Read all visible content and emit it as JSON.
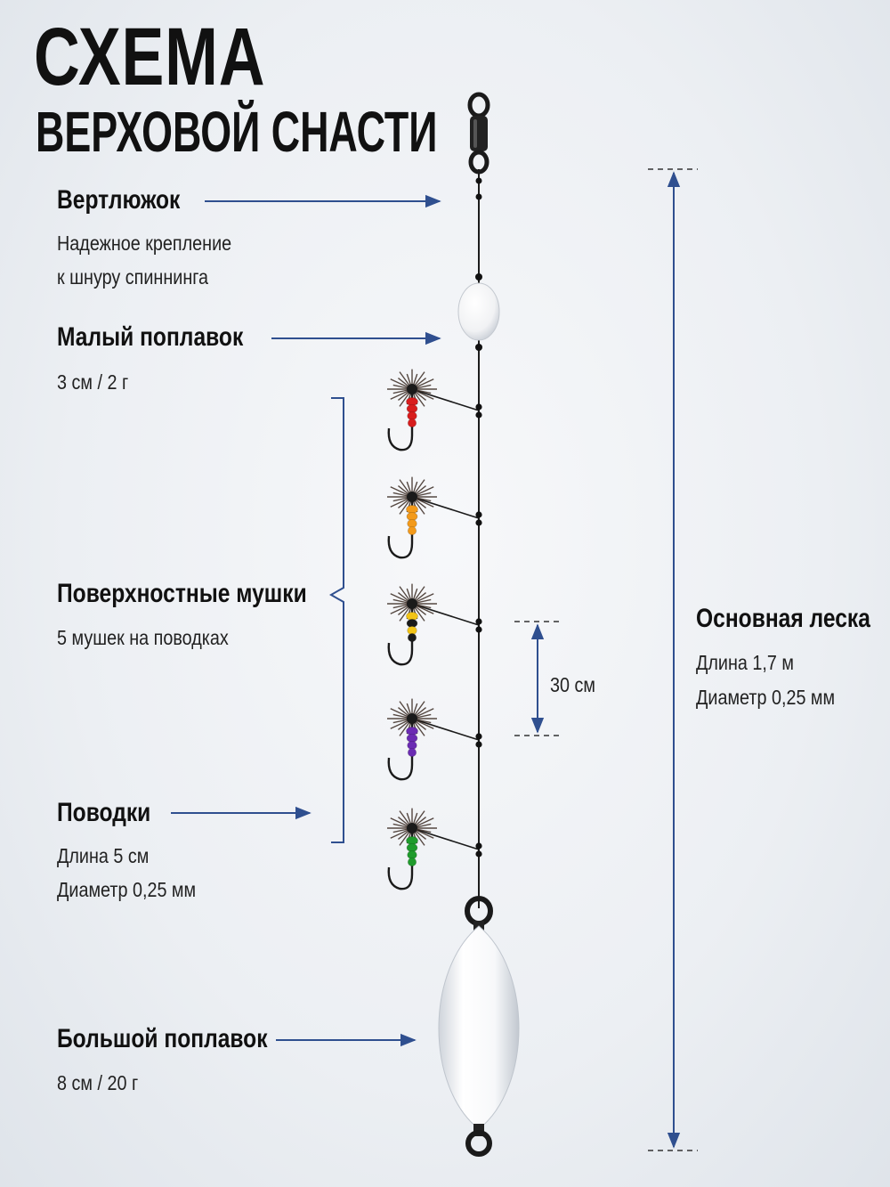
{
  "title": "СХЕМА",
  "subtitle": "ВЕРХОВОЙ СНАСТИ",
  "swivel": {
    "label": "Вертлюжок",
    "lines": [
      "Надежное крепление",
      "к шнуру спиннинга"
    ]
  },
  "small_float": {
    "label": "Малый поплавок",
    "lines": [
      "3 см / 2 г"
    ]
  },
  "flies": {
    "label": "Поверхностные мушки",
    "lines": [
      "5 мушек на поводках"
    ]
  },
  "leaders": {
    "label": "Поводки",
    "lines": [
      "Длина 5 см",
      "Диаметр 0,25 мм"
    ]
  },
  "big_float": {
    "label": "Большой поплавок",
    "lines": [
      "8 см / 20 г"
    ]
  },
  "main_line": {
    "label": "Основная леска",
    "lines": [
      "Длина 1,7 м",
      "Диаметр 0,25 мм"
    ]
  },
  "spacing": {
    "label": "30 см"
  },
  "fly_colors": [
    "#d81d1d",
    "#f39a1a",
    "#f2c417",
    "#6b2bb3",
    "#1f9b2c"
  ],
  "colors": {
    "arrow": "#2f4f8f",
    "text": "#111111"
  }
}
